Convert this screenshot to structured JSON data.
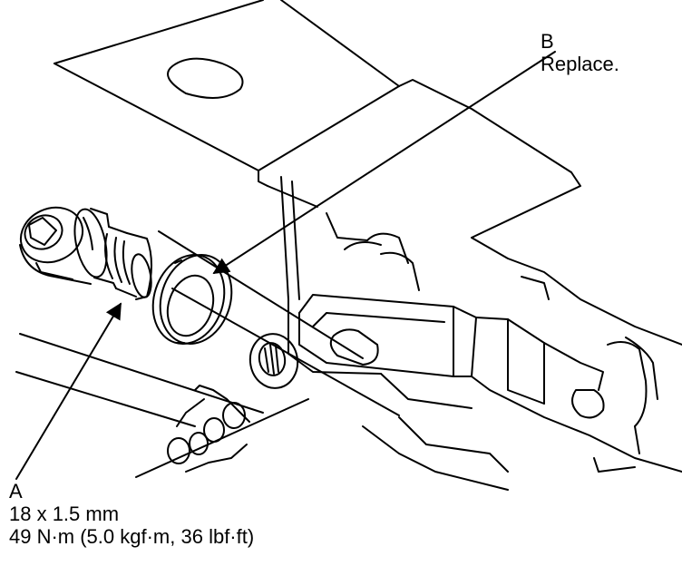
{
  "callouts": {
    "a": {
      "letter": "A",
      "size": "18 x 1.5 mm",
      "torque": "49 N·m (5.0 kgf·m, 36 lbf·ft)"
    },
    "b": {
      "letter": "B",
      "note": "Replace."
    }
  },
  "colors": {
    "line": "#000000",
    "background": "#ffffff"
  }
}
